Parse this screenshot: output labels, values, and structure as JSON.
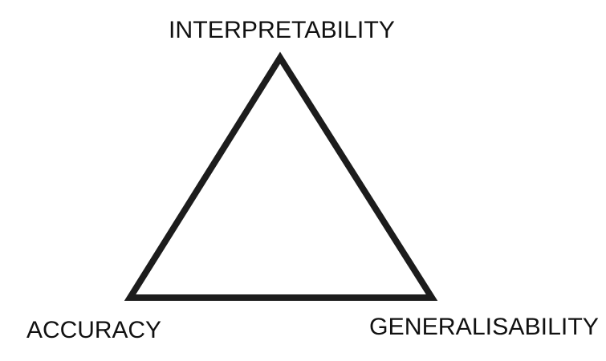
{
  "diagram": {
    "type": "triangle",
    "stroke_color": "#1c1c1c",
    "vertices": {
      "top": "INTERPRETABILITY",
      "bottom_left": "ACCURACY",
      "bottom_right": "GENERALISABILITY"
    }
  }
}
